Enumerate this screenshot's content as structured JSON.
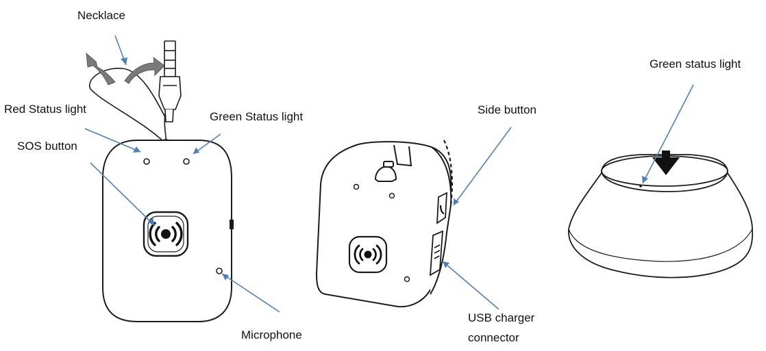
{
  "colors": {
    "leader_line": "#4f7fb8",
    "outline": "#1a1a1a",
    "arrow_gray": "#7a7a7a",
    "background": "#ffffff"
  },
  "labels": {
    "necklace": "Necklace",
    "red_status_light": "Red Status light",
    "green_status_light_left": "Green Status light",
    "sos_button": "SOS button",
    "microphone": "Microphone",
    "side_button": "Side button",
    "usb_charger_connector_line1": "USB charger",
    "usb_charger_connector_line2": "connector",
    "green_status_light_right": "Green status light"
  },
  "icons": {
    "sos_symbol": "sos-radiate-icon",
    "phone_symbol": "phone-icon",
    "usb_symbol": "usb-icon",
    "insert_arrow": "down-arrow-icon"
  }
}
